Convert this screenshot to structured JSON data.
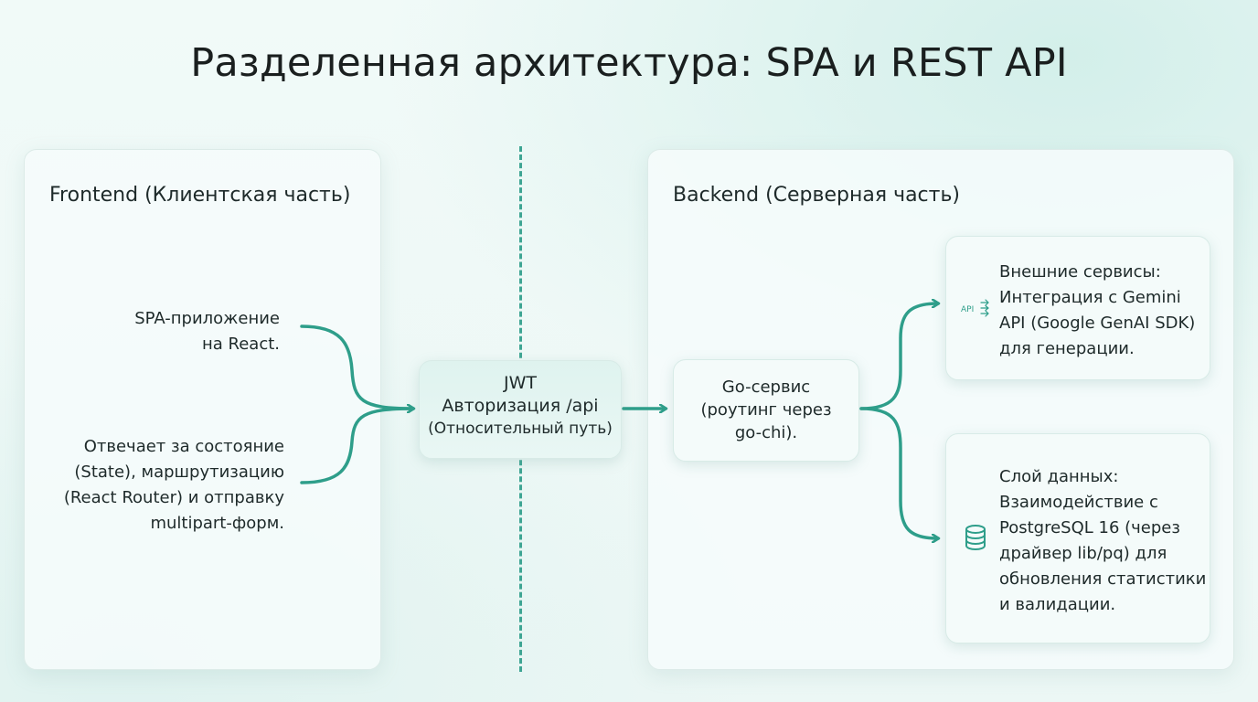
{
  "title": "Разделенная архитектура: SPA и REST API",
  "frontend": {
    "title": "Frontend (Клиентская часть)",
    "spa_line1": "SPA-приложение",
    "spa_line2": "на React.",
    "resp_line1": "Отвечает за состояние",
    "resp_line2": "(State), маршрутизацию",
    "resp_line3": "(React Router) и отправку",
    "resp_line4": "multipart-форм."
  },
  "jwt_node": {
    "line1": "JWT",
    "line2": "Авторизация /api",
    "line3": "(Относительный путь)"
  },
  "backend": {
    "title": "Backend (Серверная часть)",
    "go_line1": "Go-сервис",
    "go_line2": "(роутинг через",
    "go_line3": "go-chi).",
    "external": {
      "icon_label": "API",
      "line1": "Внешние сервисы:",
      "line2": "Интеграция с Gemini",
      "line3": "API (Google GenAI SDK)",
      "line4": "для генерации."
    },
    "data_layer": {
      "line1": "Слой данных:",
      "line2": "Взаимодействие с",
      "line3": "PostgreSQL 16 (через",
      "line4": "драйвер lib/pq) для",
      "line5": "обновления статистики",
      "line6": "и валидации."
    }
  },
  "colors": {
    "accent": "#2e9e8a",
    "divider": "#3ea593"
  },
  "icons": [
    "api-icon",
    "database-icon"
  ]
}
